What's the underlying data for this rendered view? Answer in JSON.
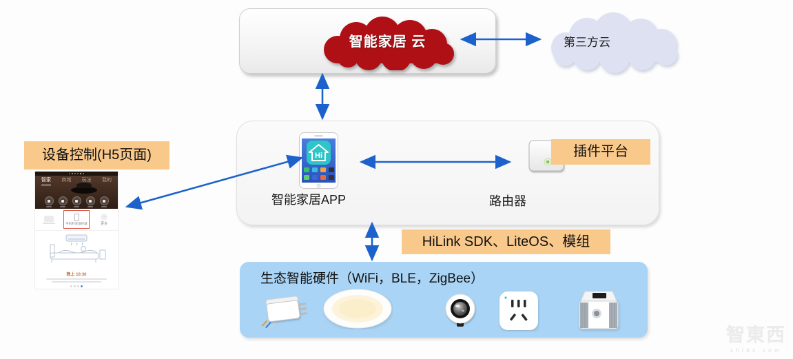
{
  "colors": {
    "arrow_blue": "#1d62cc",
    "cloud_red": "#ae1015",
    "cloud_lavender": "#dde1f2",
    "label_orange": "#f9c98c",
    "hardware_blue": "#a9d4f5",
    "app_icon_teal": "#2ec5c8"
  },
  "top": {
    "cloud_label": "智能家居 云",
    "third_party_label": "第三方云"
  },
  "middle": {
    "app_label": "智能家居APP",
    "app_icon_text": "Hi",
    "router_label": "路由器",
    "plugin_label": "插件平台"
  },
  "left": {
    "control_label": "设备控制(H5页面)",
    "tabs": [
      {
        "label": "智家"
      },
      {
        "label": "商城"
      },
      {
        "label": "玩法"
      },
      {
        "label": "我的"
      }
    ],
    "card_caption": "手机秒变遥控器",
    "more_dots": "⋯",
    "more_label": "更多",
    "scene_time": "晚上 10:30"
  },
  "sdk_label": "HiLink SDK、LiteOS、模组",
  "bottom": {
    "title": "生态智能硬件（WiFi，BLE，ZigBee）",
    "devices": [
      {
        "name": "smart-plug"
      },
      {
        "name": "ceiling-light"
      },
      {
        "name": "downlight"
      },
      {
        "name": "wall-socket"
      },
      {
        "name": "speaker"
      }
    ]
  },
  "watermark": {
    "brand": "智東西",
    "domain": "zhidx.com"
  }
}
